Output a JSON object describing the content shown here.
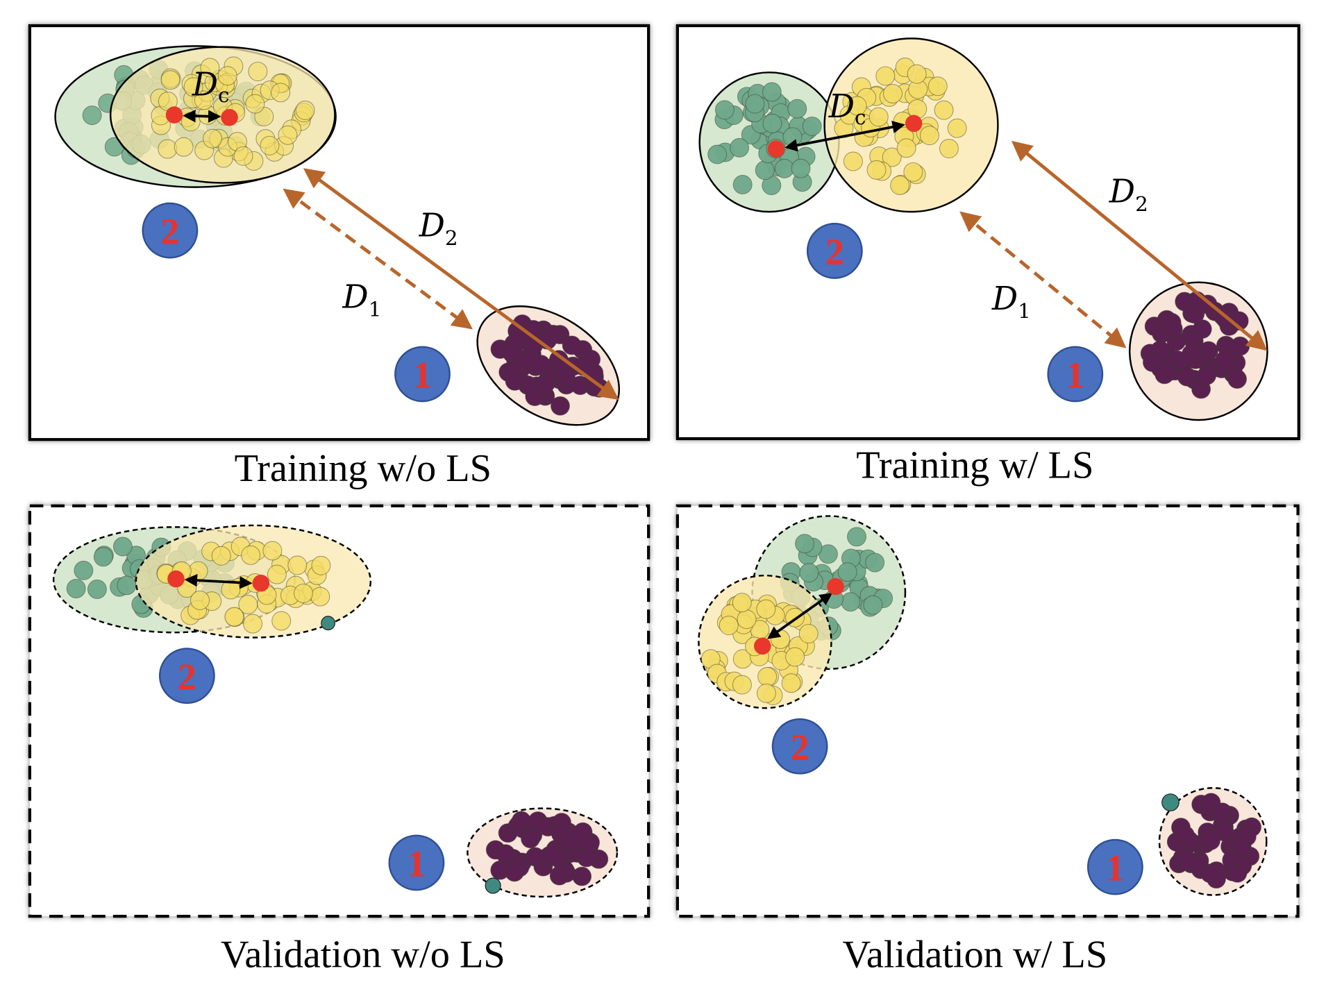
{
  "colors": {
    "green_fill": "#d6e8cf",
    "green_dot": "#6fa88a",
    "yellow_fill": "#fbe8b0",
    "yellow_dot": "#f4dc68",
    "purple_dot": "#5a2150",
    "purple_fill": "#f8e6da",
    "arrow_orange": "#b8652b",
    "badge_blue": "#4a70c0",
    "badge_text": "#e8332a",
    "centroid_red": "#e8372b"
  },
  "panels": [
    {
      "caption": "Training w/o LS",
      "dc_label": "D",
      "dc_sub": "c",
      "d1_label": "D",
      "d1_sub": "1",
      "d2_label": "D",
      "d2_sub": "2",
      "badge_1": "1",
      "badge_2": "2"
    },
    {
      "caption": "Training w/ LS",
      "dc_label": "D",
      "dc_sub": "c",
      "d1_label": "D",
      "d1_sub": "1",
      "d2_label": "D",
      "d2_sub": "2",
      "badge_1": "1",
      "badge_2": "2"
    },
    {
      "caption": "Validation w/o LS",
      "badge_1": "1",
      "badge_2": "2"
    },
    {
      "caption": "Validation w/ LS",
      "badge_1": "1",
      "badge_2": "2"
    }
  ]
}
